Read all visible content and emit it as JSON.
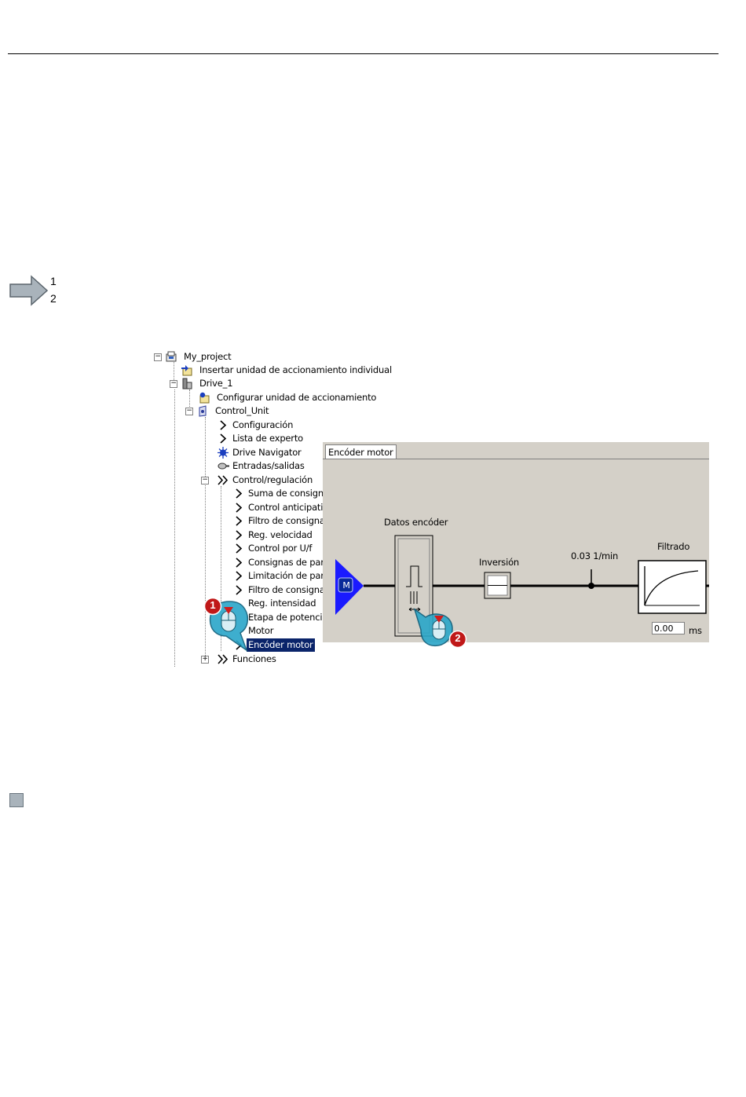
{
  "step_marker": {
    "numbers": [
      "1",
      "2"
    ],
    "icon": "step-arrow-icon"
  },
  "tree": {
    "root": "My_project",
    "insert_drive": "Insertar unidad de accionamiento individual",
    "drive": "Drive_1",
    "configure_drive": "Configurar unidad de accionamiento",
    "control_unit": "Control_Unit",
    "configuration": "Configuración",
    "expert_list": "Lista de experto",
    "drive_navigator": "Drive Navigator",
    "io": "Entradas/salidas",
    "control": "Control/regulación",
    "control_items": [
      "Suma de consigna",
      "Control anticipativ",
      "Filtro de consigna",
      "Reg. velocidad",
      "Control por U/f",
      "Consignas de par",
      "Limitación de par",
      "Filtro de consigna",
      "Reg. intensidad",
      "Etapa de potencia",
      "Motor",
      "Encóder motor"
    ],
    "functions": "Funciones"
  },
  "panel": {
    "tab": "Encóder motor",
    "encoder_data": "Datos encóder",
    "inversion": "Inversión",
    "speed_value": "0.03 1/min",
    "filter": "Filtrado",
    "filter_time": "0.00",
    "filter_unit": "ms",
    "motor_symbol": "M"
  },
  "callouts": [
    "1",
    "2"
  ],
  "colors": {
    "selection": "#0a246a",
    "motor_triangle": "#1a1aff",
    "callout": "#2aa6c9",
    "panel_bg": "#d4d0c8"
  }
}
